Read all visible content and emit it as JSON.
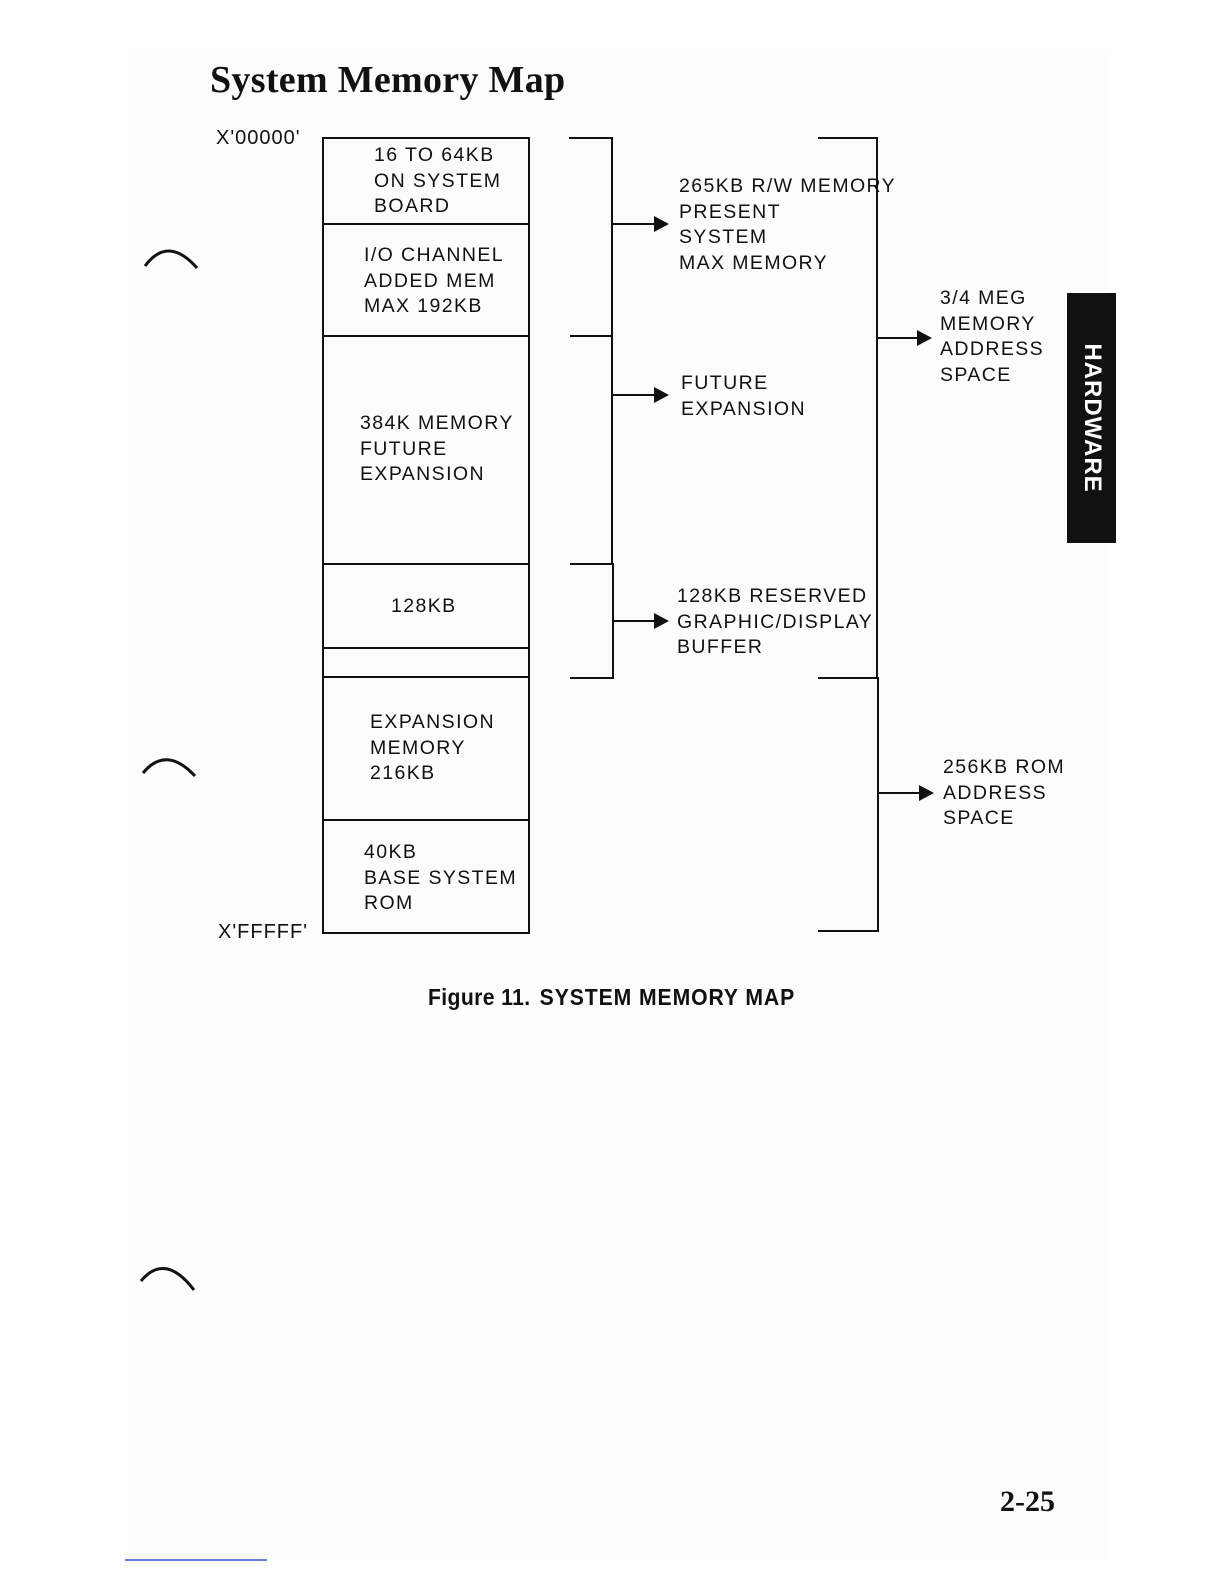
{
  "page": {
    "title": "System Memory Map",
    "figure_number": "Figure 11.",
    "figure_title": "SYSTEM MEMORY MAP",
    "side_tab": "HARDWARE",
    "page_number": "2-25"
  },
  "addresses": {
    "start": "X'00000'",
    "end": "X'FFFFF'"
  },
  "memory_blocks": [
    {
      "label": "16 TO 64KB\nON SYSTEM\nBOARD"
    },
    {
      "label": "I/O CHANNEL\nADDED MEM\nMAX 192KB"
    },
    {
      "label": "384K MEMORY\nFUTURE\nEXPANSION"
    },
    {
      "label": "128KB"
    },
    {
      "label": ""
    },
    {
      "label": "EXPANSION\nMEMORY\n216KB"
    },
    {
      "label": "40KB\nBASE SYSTEM\nROM"
    }
  ],
  "group_labels": [
    {
      "label": "265KB R/W MEMORY\nPRESENT\nSYSTEM\nMAX MEMORY"
    },
    {
      "label": "FUTURE\nEXPANSION"
    },
    {
      "label": "128KB RESERVED\nGRAPHIC/DISPLAY\nBUFFER"
    }
  ],
  "space_labels": [
    {
      "label": "3/4 MEG\nMEMORY\nADDRESS\nSPACE"
    },
    {
      "label": "256KB ROM\nADDRESS\nSPACE"
    }
  ]
}
